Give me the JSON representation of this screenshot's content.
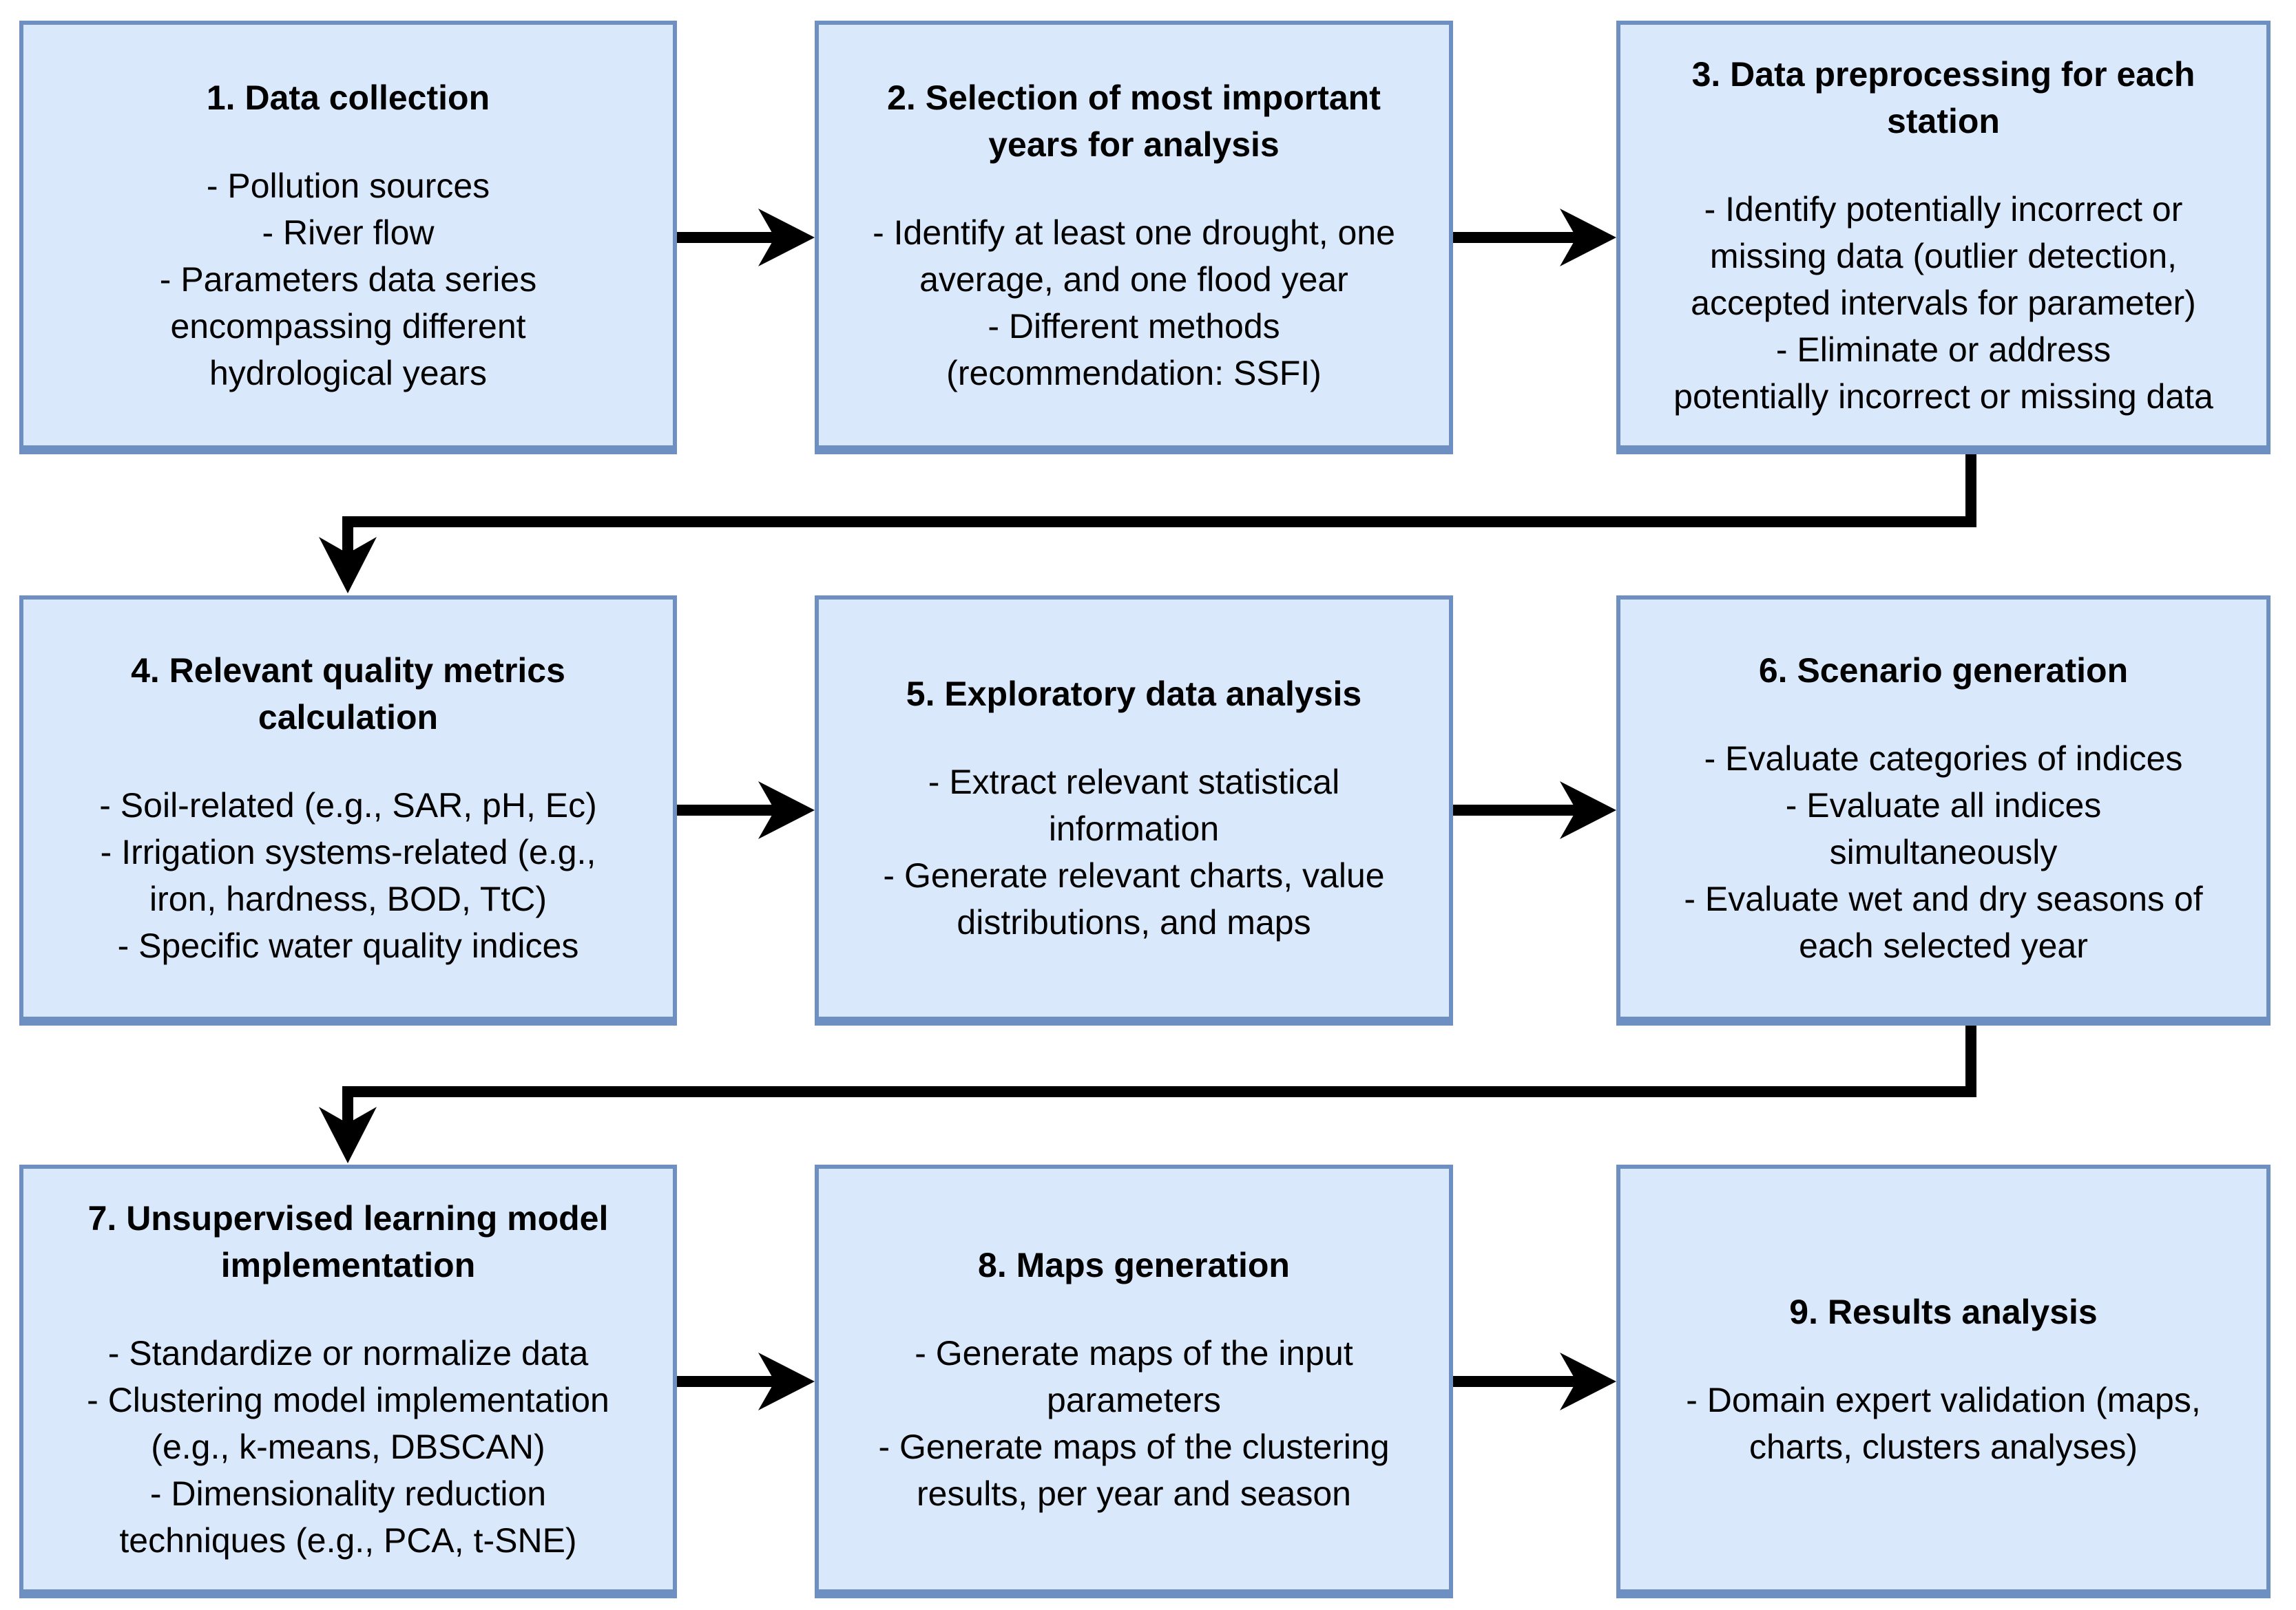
{
  "diagram": {
    "type": "flowchart",
    "boxes": [
      {
        "step": 1,
        "title": "1. Data collection",
        "body": "- Pollution sources\n- River flow\n- Parameters data series\nencompassing different\nhydrological years"
      },
      {
        "step": 2,
        "title": "2. Selection of most important\nyears for analysis",
        "body": "- Identify at least one drought, one\naverage, and one flood year\n- Different methods\n(recommendation: SSFI)"
      },
      {
        "step": 3,
        "title": "3. Data preprocessing for each\nstation",
        "body": "- Identify potentially incorrect or\nmissing data (outlier detection,\naccepted intervals for parameter)\n- Eliminate or address\npotentially incorrect or missing data"
      },
      {
        "step": 4,
        "title": "4. Relevant quality metrics\ncalculation",
        "body": "- Soil-related (e.g., SAR, pH, Ec)\n- Irrigation systems-related (e.g.,\niron, hardness, BOD, TtC)\n- Specific water quality indices"
      },
      {
        "step": 5,
        "title": "5. Exploratory data analysis",
        "body": "- Extract relevant statistical\ninformation\n- Generate relevant charts, value\ndistributions, and maps"
      },
      {
        "step": 6,
        "title": "6. Scenario generation",
        "body": "- Evaluate categories of indices\n- Evaluate all indices\nsimultaneously\n- Evaluate wet and dry seasons of\neach selected year"
      },
      {
        "step": 7,
        "title": "7. Unsupervised learning model\nimplementation",
        "body": "- Standardize or normalize data\n- Clustering model implementation\n(e.g., k-means, DBSCAN)\n- Dimensionality reduction\ntechniques (e.g., PCA, t-SNE)"
      },
      {
        "step": 8,
        "title": "8. Maps generation",
        "body": "- Generate maps of the input\nparameters\n- Generate maps of the clustering\nresults, per year and season"
      },
      {
        "step": 9,
        "title": "9. Results analysis",
        "body": "- Domain expert validation (maps,\ncharts, clusters analyses)"
      }
    ],
    "connectors": [
      {
        "from": "step-1",
        "to": "step-2",
        "shape": "straight-right-arrow"
      },
      {
        "from": "step-2",
        "to": "step-3",
        "shape": "straight-right-arrow"
      },
      {
        "from": "step-3",
        "to": "step-4",
        "shape": "elbow-down-left-down-arrow"
      },
      {
        "from": "step-4",
        "to": "step-5",
        "shape": "straight-right-arrow"
      },
      {
        "from": "step-5",
        "to": "step-6",
        "shape": "straight-right-arrow"
      },
      {
        "from": "step-6",
        "to": "step-7",
        "shape": "elbow-down-left-down-arrow"
      },
      {
        "from": "step-7",
        "to": "step-8",
        "shape": "straight-right-arrow"
      },
      {
        "from": "step-8",
        "to": "step-9",
        "shape": "straight-right-arrow"
      }
    ],
    "colors": {
      "box_fill": "#dae8fc",
      "box_border": "#6d8fc1",
      "connector": "#000000",
      "text": "#000000",
      "background": "#ffffff"
    }
  }
}
